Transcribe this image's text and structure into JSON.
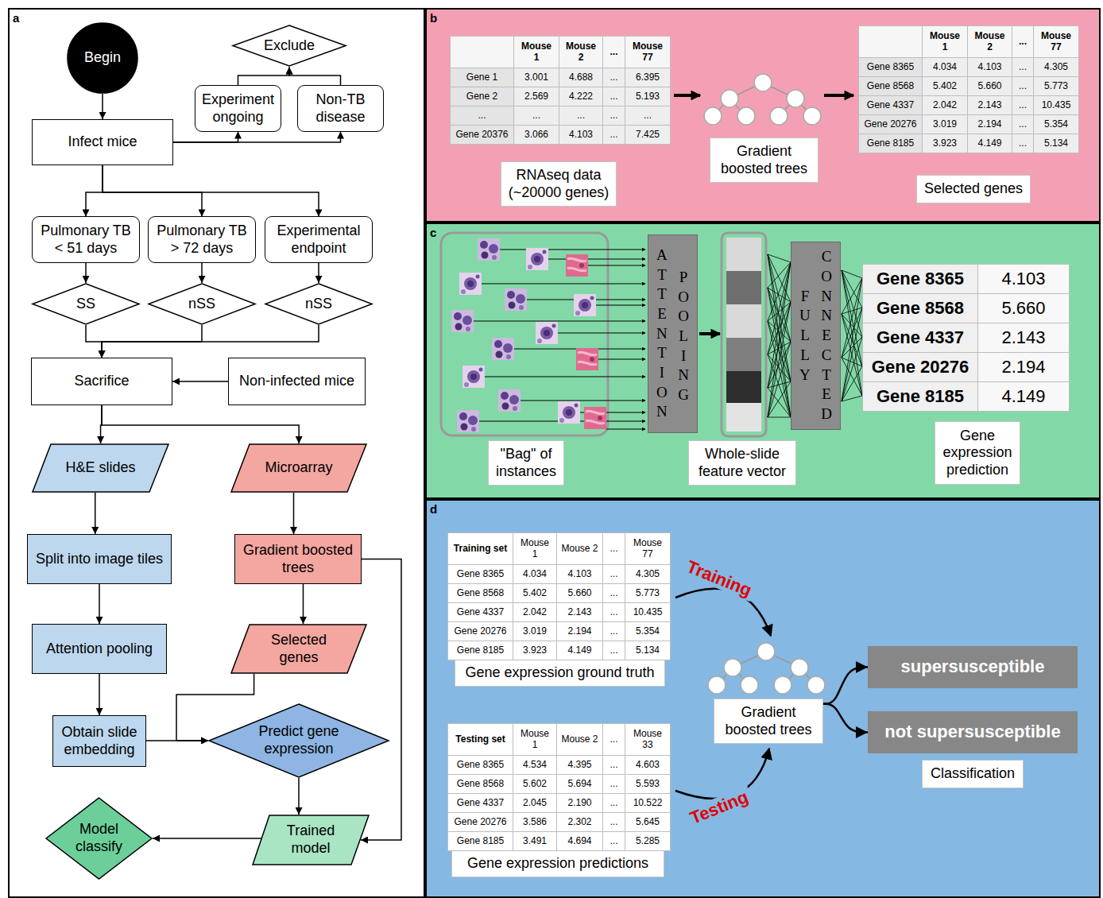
{
  "diagram": {
    "nodes": [
      {
        "text": [
          "a"
        ]
      },
      {
        "text": [
          "Begin"
        ],
        "in": 0
      },
      {
        "text": [
          "Exclude"
        ],
        "in": 0
      },
      {
        "text": [
          "Experiment ongoing"
        ],
        "in": 0
      },
      {
        "text": [
          "Non-TB disease"
        ],
        "in": 0
      },
      {
        "text": [
          "Infect mice"
        ],
        "in": 0
      },
      {
        "text": [
          "Pulmonary TB < 51 days"
        ],
        "in": 0
      },
      {
        "text": [
          "Pulmonary TB > 72 days"
        ],
        "in": 0
      },
      {
        "text": [
          "Experimental endpoint"
        ],
        "in": 0
      },
      {
        "text": [
          "SS"
        ],
        "in": 0
      },
      {
        "text": [
          "nSS"
        ],
        "in": 0
      },
      {
        "text": [
          "nSS"
        ],
        "in": 0
      },
      {
        "text": [
          "Sacrifice"
        ],
        "in": 0
      },
      {
        "text": [
          "Non-infected mice"
        ],
        "in": 0
      },
      {
        "text": [
          "H&E slides"
        ],
        "in": 0
      },
      {
        "text": [
          "Microarray"
        ],
        "in": 0
      },
      {
        "text": [
          "Split into image tiles"
        ],
        "in": 0
      },
      {
        "text": [
          "Gradient boosted trees"
        ],
        "in": 0
      },
      {
        "text": [
          "Attention pooling"
        ],
        "in": 0
      },
      {
        "text": [
          "Selected genes"
        ],
        "in": 0
      },
      {
        "text": [
          "Obtain slide embedding"
        ],
        "in": 0
      },
      {
        "text": [
          "Predict gene expression"
        ],
        "in": 0
      },
      {
        "text": [
          "Model classify"
        ],
        "in": 0
      },
      {
        "text": [
          "Trained model"
        ],
        "in": 0
      },
      {
        "text": [
          "b"
        ]
      },
      {
        "text": [
          "RNAseq data (~20000 genes)"
        ],
        "in": 24
      },
      {
        "text": [
          "Gradient boosted trees"
        ],
        "in": 24
      },
      {
        "text": [
          "Selected genes"
        ],
        "in": 24
      },
      {
        "text": [
          "c"
        ]
      },
      {
        "text": [
          "ATTENTION",
          "POOLING"
        ],
        "in": 28
      },
      {
        "text": [
          "FULLY",
          "CONNECTED"
        ],
        "in": 28
      },
      {
        "text": [
          "\"Bag\" of instances"
        ],
        "in": 28
      },
      {
        "text": [
          "Whole-slide feature vector"
        ],
        "in": 28
      },
      {
        "text": [
          "Gene expression prediction"
        ],
        "in": 28
      },
      {
        "text": [
          "d"
        ]
      },
      {
        "text": [
          "Gene expression ground truth"
        ],
        "in": 34
      },
      {
        "text": [
          "Gradient boosted trees"
        ],
        "in": 34
      },
      {
        "text": [
          "supersusceptible"
        ],
        "in": 34
      },
      {
        "text": [
          "not supersusceptible"
        ],
        "in": 34
      },
      {
        "text": [
          "Classification"
        ],
        "in": 34
      },
      {
        "text": [
          "Gene expression predictions"
        ],
        "in": 34
      }
    ],
    "edges": [
      {
        "from": 1,
        "to": 5,
        "arrow": "to"
      },
      {
        "from": 5,
        "to": 3,
        "arrow": "to"
      },
      {
        "from": 5,
        "to": 4,
        "arrow": "to"
      },
      {
        "from": 3,
        "to": 2,
        "arrow": "to"
      },
      {
        "from": 4,
        "to": 2,
        "arrow": "to"
      },
      {
        "from": 5,
        "to": 6,
        "arrow": "to"
      },
      {
        "from": 5,
        "to": 7,
        "arrow": "to"
      },
      {
        "from": 5,
        "to": 8,
        "arrow": "to"
      },
      {
        "from": 6,
        "to": 9,
        "arrow": "to"
      },
      {
        "from": 7,
        "to": 10,
        "arrow": "to"
      },
      {
        "from": 8,
        "to": 11,
        "arrow": "to"
      },
      {
        "from": 9,
        "to": 12,
        "arrow": "to"
      },
      {
        "from": 10,
        "to": 12,
        "arrow": "to"
      },
      {
        "from": 11,
        "to": 12,
        "arrow": "to"
      },
      {
        "from": 13,
        "to": 12,
        "arrow": "to"
      },
      {
        "from": 12,
        "to": 14,
        "arrow": "to"
      },
      {
        "from": 12,
        "to": 15,
        "arrow": "to"
      },
      {
        "from": 14,
        "to": 16,
        "arrow": "to"
      },
      {
        "from": 16,
        "to": 18,
        "arrow": "to"
      },
      {
        "from": 18,
        "to": 20,
        "arrow": "to"
      },
      {
        "from": 15,
        "to": 17,
        "arrow": "to"
      },
      {
        "from": 17,
        "to": 19,
        "arrow": "to"
      },
      {
        "from": 20,
        "to": 21,
        "arrow": "to"
      },
      {
        "from": 19,
        "to": 21,
        "arrow": "to"
      },
      {
        "from": 17,
        "to": 23,
        "arrow": "to"
      },
      {
        "from": 21,
        "to": 23,
        "arrow": "to"
      },
      {
        "from": 23,
        "to": 22,
        "arrow": "to"
      },
      {
        "from": 36,
        "to": 37,
        "arrow": "to"
      },
      {
        "from": 36,
        "to": 38,
        "arrow": "to"
      }
    ],
    "labels": [
      "Mouse 1",
      "Mouse 2",
      "...",
      "Mouse 77",
      "Gene 1",
      "3.001",
      "4.688",
      "...",
      "6.395",
      "Gene 2",
      "2.569",
      "4.222",
      "...",
      "5.193",
      "...",
      "...",
      "...",
      "...",
      "...",
      "Gene 20376",
      "3.066",
      "4.103",
      "...",
      "7.425",
      "Mouse 1",
      "Mouse 2",
      "...",
      "Mouse 77",
      "Gene 8365",
      "4.034",
      "4.103",
      "...",
      "4.305",
      "Gene 8568",
      "5.402",
      "5.660",
      "...",
      "5.773",
      "Gene 4337",
      "2.042",
      "2.143",
      "...",
      "10.435",
      "Gene 20276",
      "3.019",
      "2.194",
      "...",
      "5.354",
      "Gene 8185",
      "3.923",
      "4.149",
      "...",
      "5.134",
      "Gene 8365",
      "4.103",
      "Gene 8568",
      "5.660",
      "Gene 4337",
      "2.143",
      "Gene 20276",
      "2.194",
      "Gene 8185",
      "4.149",
      "Training set",
      "Mouse 1",
      "Mouse 2",
      "...",
      "Mouse 77",
      "Gene 8365",
      "4.034",
      "4.103",
      "...",
      "4.305",
      "Gene 8568",
      "5.402",
      "5.660",
      "...",
      "5.773",
      "Gene 4337",
      "2.042",
      "2.143",
      "...",
      "10.435",
      "Gene 20276",
      "3.019",
      "2.194",
      "...",
      "5.354",
      "Gene 8185",
      "3.923",
      "4.149",
      "...",
      "5.134",
      "Testing set",
      "Mouse 1",
      "Mouse 2",
      "...",
      "Mouse 33",
      "Gene 8365",
      "4.534",
      "4.395",
      "...",
      "4.603",
      "Gene 8568",
      "5.602",
      "5.694",
      "...",
      "5.593",
      "Gene 4337",
      "2.045",
      "2.190",
      "...",
      "10.522",
      "Gene 20276",
      "3.586",
      "2.302",
      "...",
      "5.645",
      "Gene 8185",
      "3.491",
      "4.694",
      "...",
      "5.285",
      "Training",
      "Testing"
    ]
  }
}
